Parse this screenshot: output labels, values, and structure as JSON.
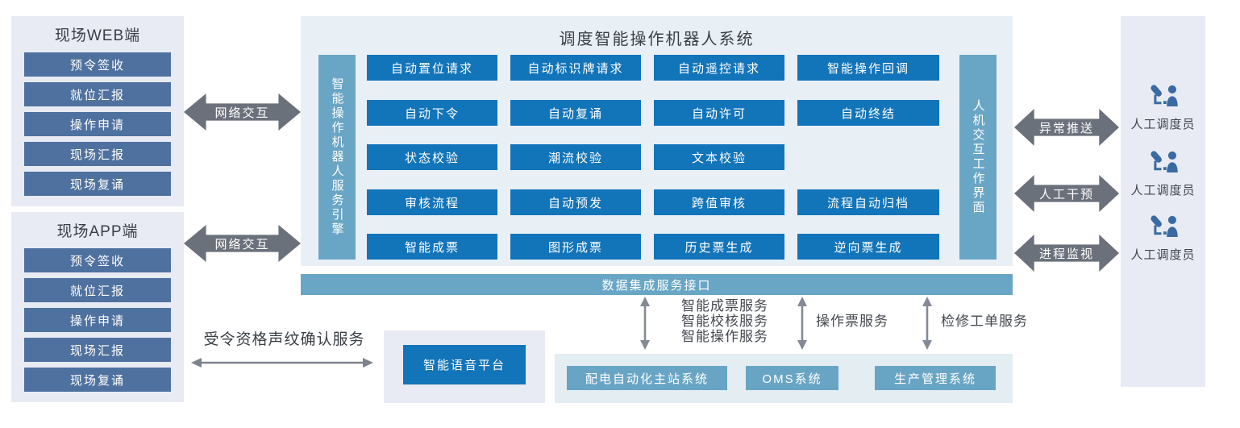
{
  "system": {
    "title": "调度智能操作机器人系统",
    "engine_bar": "智能操作机器人服务引擎",
    "hmi_bar": "人机交互工作界面",
    "grid": {
      "rows": [
        [
          "自动置位请求",
          "自动标识牌请求",
          "自动遥控请求",
          "智能操作回调"
        ],
        [
          "自动下令",
          "自动复诵",
          "自动许可",
          "自动终结"
        ],
        [
          "状态校验",
          "潮流校验",
          "文本校验"
        ],
        [
          "审核流程",
          "自动预发",
          "跨值审核",
          "流程自动归档"
        ],
        [
          "智能成票",
          "图形成票",
          "历史票生成",
          "逆向票生成"
        ]
      ]
    }
  },
  "web_panel": {
    "title": "现场WEB端",
    "items": [
      "预令签收",
      "就位汇报",
      "操作申请",
      "现场汇报",
      "现场复诵"
    ]
  },
  "app_panel": {
    "title": "现场APP端",
    "items": [
      "预令签收",
      "就位汇报",
      "操作申请",
      "现场汇报",
      "现场复诵"
    ]
  },
  "network_arrows": {
    "web": "网络交互",
    "app": "网络交互"
  },
  "data_bar": {
    "label": "数据集成服务接口"
  },
  "right_arrows": {
    "push": "异常推送",
    "intervene": "人工干预",
    "monitor": "进程监视"
  },
  "dispatchers": [
    {
      "label": "人工调度员"
    },
    {
      "label": "人工调度员"
    },
    {
      "label": "人工调度员"
    }
  ],
  "voice": {
    "arrow_label": "受令资格声纹确认服务",
    "platform": "智能语音平台"
  },
  "bottom": {
    "svc_group": {
      "line1": "智能成票服务",
      "line2": "智能校核服务",
      "line3": "智能操作服务"
    },
    "svc_ticket": "操作票服务",
    "svc_repair": "检修工单服务",
    "systems": [
      "配电自动化主站系统",
      "OMS系统",
      "生产管理系统"
    ]
  },
  "colors": {
    "button_blue": "#1274b9",
    "light_blue": "#69a6c6",
    "slate_blue": "#4e719f",
    "arrow_gray": "#6b717b",
    "panel_bg": "#e8ebf3",
    "main_bg": "#e9f0f5",
    "icon_blue": "#3a6aa3"
  }
}
